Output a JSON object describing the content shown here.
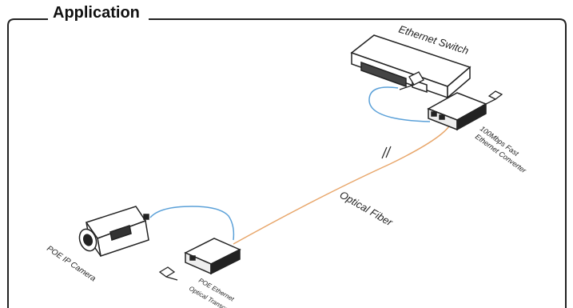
{
  "section_title": "Application",
  "labels": {
    "ethernet_switch": "Ethernet Switch",
    "converter_line1": "100Mbps Fast",
    "converter_line2": "Ethernet Converter",
    "optical_fiber": "Optical Fiber",
    "camera": "POE IP Camera",
    "transceiver_line1": "POE Ethernet",
    "transceiver_line2": "Optical Transceiver"
  },
  "colors": {
    "ethernet_cable": "#5aa0d8",
    "fiber_cable": "#e8a66a",
    "outline": "#222222"
  }
}
